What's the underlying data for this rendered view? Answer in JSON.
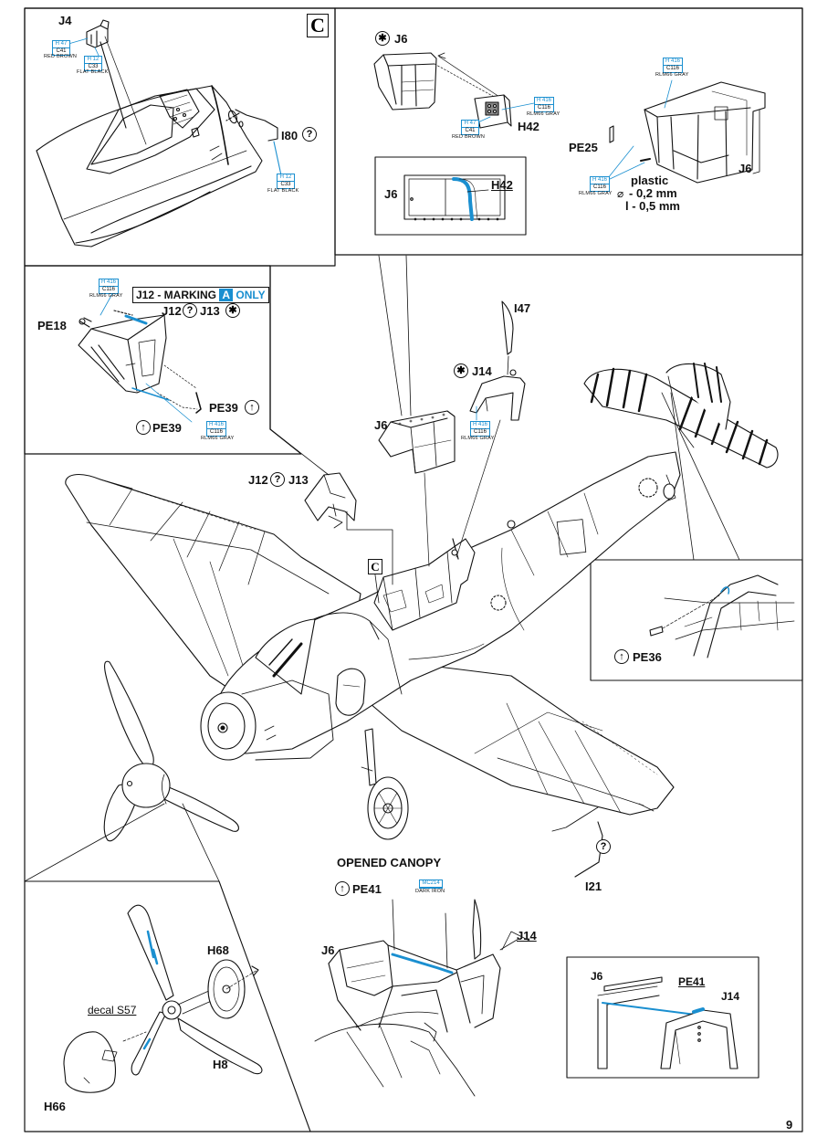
{
  "page_number": "9",
  "colors": {
    "line": "#111111",
    "accent": "#1a8fd0"
  },
  "panel_c": {
    "letter": "C",
    "part_j4": "J4",
    "part_i80": "I80",
    "color_a": {
      "h": "H 47",
      "c": "C41",
      "name": "RED BROWN"
    },
    "color_b": {
      "h": "H 12",
      "c": "C33",
      "name": "FLAT BLACK"
    },
    "color_c": {
      "h": "H 12",
      "c": "C33",
      "name": "FLAT BLACK"
    }
  },
  "panel_j6": {
    "part_j6_a": "J6",
    "part_h42": "H42",
    "part_pe25": "PE25",
    "part_j6_b": "J6",
    "detail_j6": "J6",
    "detail_h42": "H42",
    "plastic_title": "plastic",
    "plastic_line1": "- 0,2 mm",
    "plastic_line2": "l - 0,5 mm",
    "diameter_symbol": "⌀",
    "color_h42": {
      "h": "H 416",
      "c": "C116",
      "name": "RLM66 GRAY"
    },
    "color_h42_b": {
      "h": "H 47",
      "c": "C41",
      "name": "RED BROWN"
    },
    "color_top": {
      "h": "H 416",
      "c": "C116",
      "name": "RLM66 GRAY"
    },
    "color_pe25": {
      "h": "H 416",
      "c": "C116",
      "name": "RLM66 GRAY"
    }
  },
  "panel_j12": {
    "banner_pre": "J12 - MARKING",
    "banner_tag": "A",
    "banner_post": "ONLY",
    "part_pe18": "PE18",
    "part_j12": "J12",
    "part_j13": "J13",
    "part_pe39_a": "PE39",
    "part_pe39_b": "PE39",
    "color_top": {
      "h": "H 416",
      "c": "C116",
      "name": "RLM66 GRAY"
    },
    "color_bottom": {
      "h": "H 416",
      "c": "C116",
      "name": "RLM66 GRAY"
    }
  },
  "main": {
    "part_i47": "I47",
    "part_j14": "J14",
    "part_j6": "J6",
    "part_j12": "J12",
    "part_j13": "J13",
    "ref_c": "C",
    "part_i21": "I21",
    "color_j14": {
      "h": "H 416",
      "c": "C116",
      "name": "RLM66 GRAY"
    }
  },
  "panel_pe36": {
    "part_pe36": "PE36"
  },
  "panel_prop": {
    "part_h68": "H68",
    "decal": "decal S57",
    "part_h8": "H8",
    "part_h66": "H66"
  },
  "panel_canopy": {
    "title": "OPENED CANOPY",
    "part_pe41": "PE41",
    "part_j6": "J6",
    "part_j14": "J14",
    "color": {
      "h": "MC214",
      "name": "DARK IRON"
    }
  },
  "panel_canopy_detail": {
    "part_j6": "J6",
    "part_pe41": "PE41",
    "part_j14": "J14"
  }
}
